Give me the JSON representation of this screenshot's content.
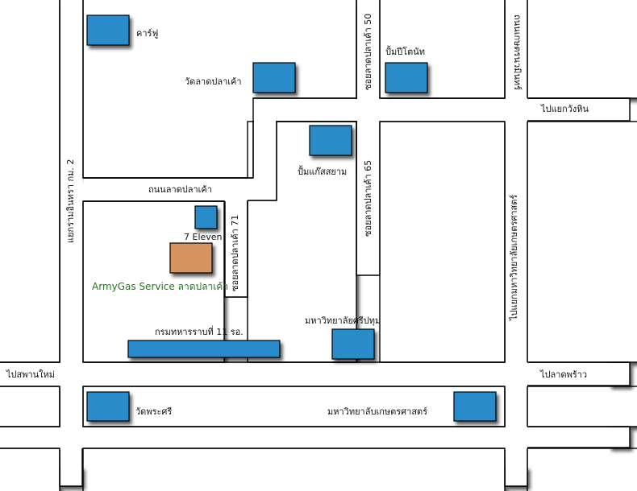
{
  "map": {
    "colors": {
      "landmark": "#2b8bcb",
      "highlight": "#d4935f",
      "line": "#000000",
      "road": "#ffffff",
      "highlight_text": "#1f7a1f"
    },
    "roads": {
      "left_vertical": "แยกรามอินทรา กม. 2",
      "soi_50": "ซอยลาดปลาเค้า 50",
      "soi_65": "ซอยลาดปลาเค้า 65",
      "soi_71": "ซอยลาดปลาเค้า 71",
      "kaset_nawamin": "ถนนเกษตรนวมินทร์",
      "to_kasetsart_junction": "ไปแยกมหาวิทยาลัยเกษตรศาสตร์",
      "lat_pla_khao_road": "ถนนลาดปลาเค้า",
      "to_wang_hin": "ไปแยกวังหิน",
      "to_saphan_mai": "ไปสพานใหม่",
      "to_lat_phrao": "ไปลาดพร้าว"
    },
    "landmarks": {
      "carrefour": "คาร์ฟู",
      "wat_lat_pla_khao": "วัดลาดปลาเค้า",
      "pt_gas": "ปั้มปีโตนัท",
      "siam_gas": "ปั้มแก๊สสยาม",
      "seven_eleven": "7 Eleven",
      "armygas": "ArmyGas Service ลาดปลาเค้า",
      "infantry_11": "กรมทหารราบที่ 11 รอ.",
      "sripatum_univ": "มหาวิทยาลัยศรีปทุม",
      "wat_phra_si": "วัดพระศรี",
      "kasetsart_univ": "มหาวิทยาลับเกษตรศาสตร์"
    }
  }
}
